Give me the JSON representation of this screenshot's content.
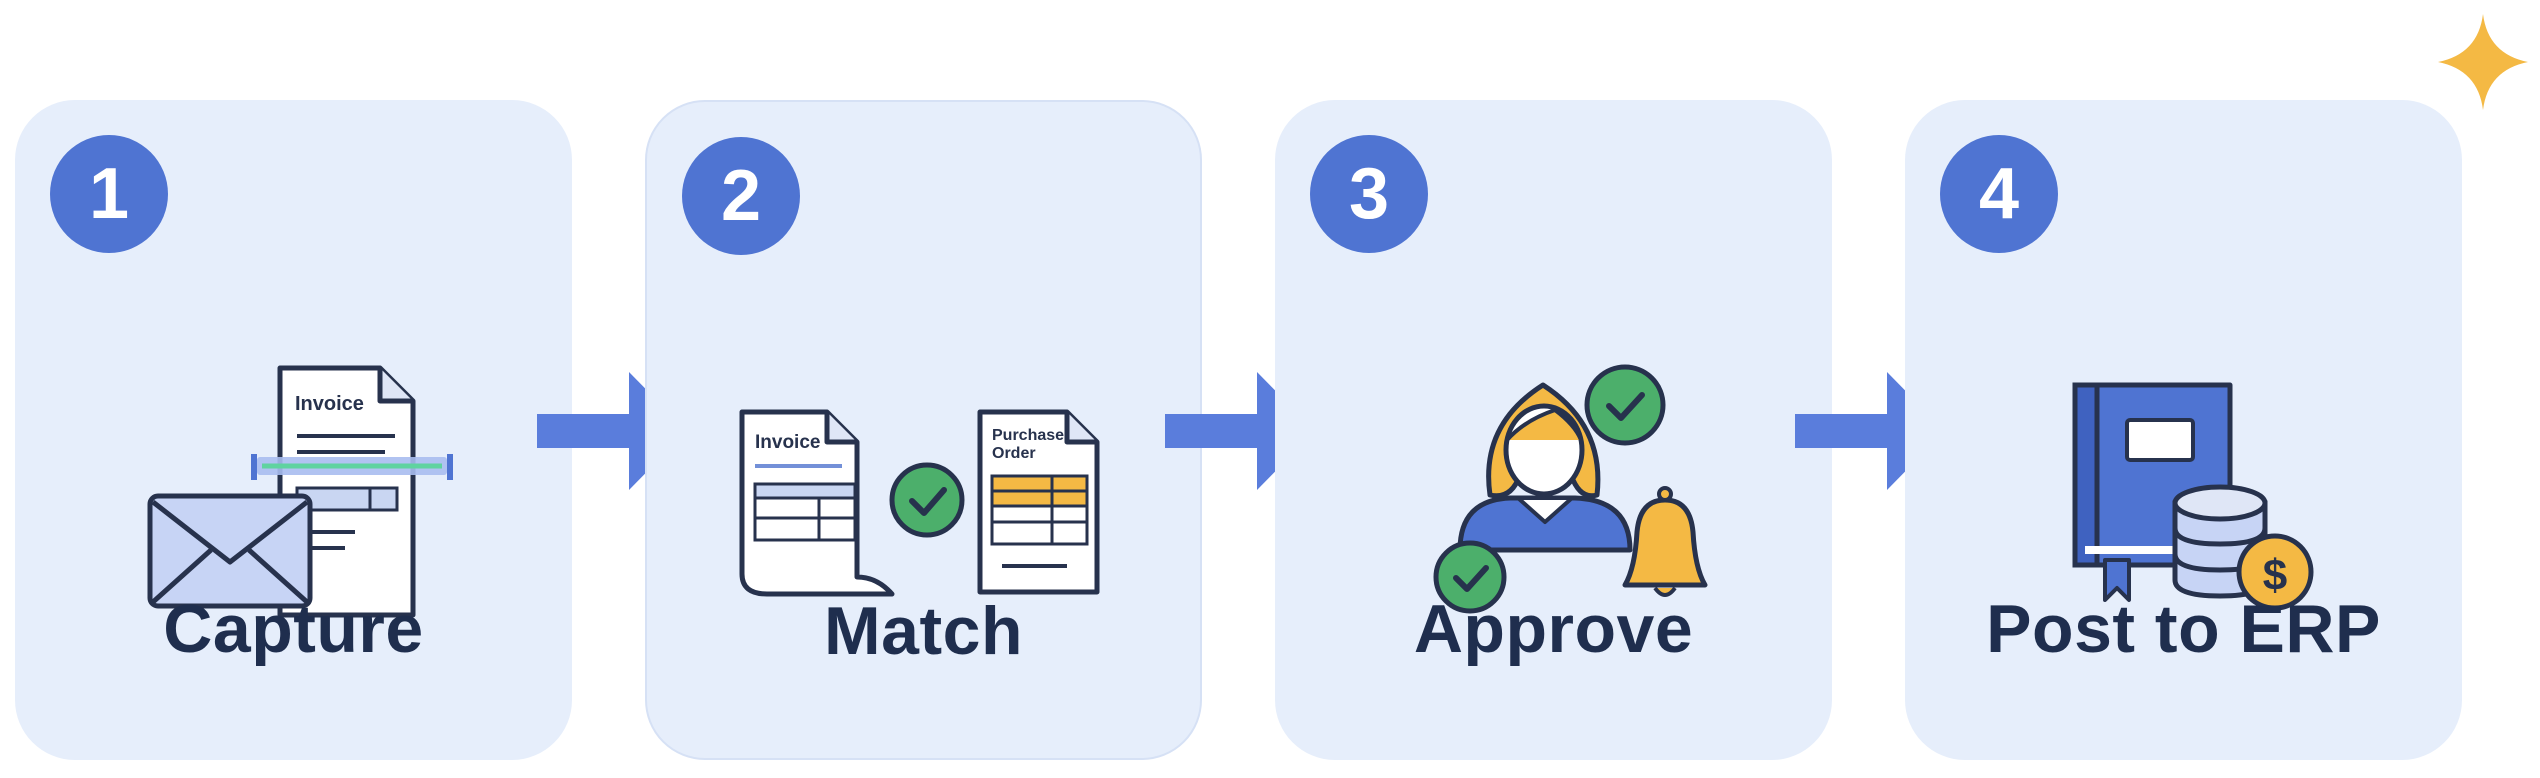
{
  "steps": [
    {
      "number": "1",
      "label": "Capture",
      "document_title": "Invoice"
    },
    {
      "number": "2",
      "label": "Match",
      "document_title": "Invoice",
      "document_title_2": "Purchase",
      "document_title_3": "Order"
    },
    {
      "number": "3",
      "label": "Approve"
    },
    {
      "number": "4",
      "label": "Post to ERP",
      "currency_symbol": "$"
    }
  ],
  "colors": {
    "card": "#e6eefb",
    "badge": "#4f74d2",
    "arrow": "#5a7ddc",
    "text": "#1f2e4e",
    "check_green": "#4caf6b",
    "accent_yellow": "#f4b944",
    "outline": "#27324d"
  },
  "icons": [
    "envelope-icon",
    "invoice-scan-icon",
    "invoice-icon",
    "purchase-order-icon",
    "check-icon",
    "approver-person-icon",
    "bell-icon",
    "ledger-book-icon",
    "database-icon",
    "coin-icon",
    "sparkle-icon",
    "arrow-right-icon"
  ]
}
